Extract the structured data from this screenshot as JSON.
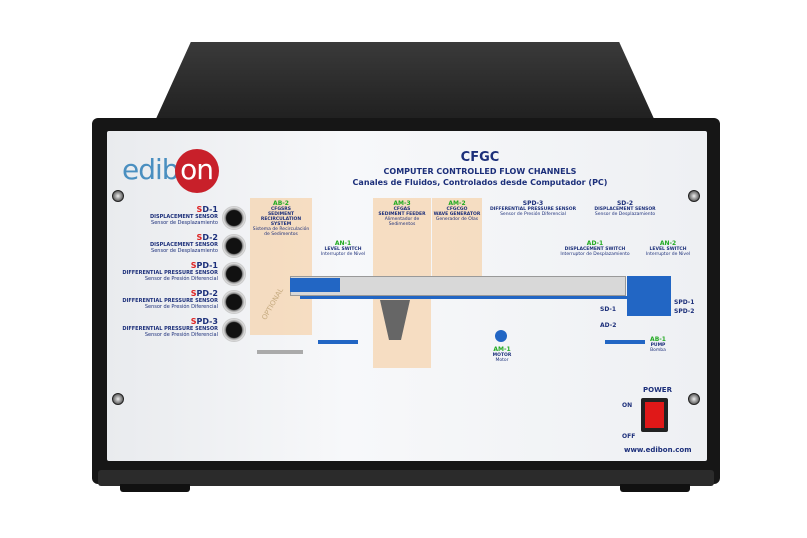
{
  "brand": {
    "logo": "edibon",
    "website": "www.edibon.com"
  },
  "title": {
    "code": "CFGC",
    "name_en": "COMPUTER CONTROLLED FLOW CHANNELS",
    "name_es": "Canales de Fluidos, Controlados desde Computador (PC)"
  },
  "sensors": [
    {
      "code_prefix": "S",
      "code": "D-1",
      "name_en": "DISPLACEMENT SENSOR",
      "name_es": "Sensor de Desplazamiento"
    },
    {
      "code_prefix": "S",
      "code": "D-2",
      "name_en": "DISPLACEMENT SENSOR",
      "name_es": "Sensor de Desplazamiento"
    },
    {
      "code_prefix": "S",
      "code": "PD-1",
      "name_en": "DIFFERENTIAL PRESSURE SENSOR",
      "name_es": "Sensor de Presión Diferencial"
    },
    {
      "code_prefix": "S",
      "code": "PD-2",
      "name_en": "DIFFERENTIAL PRESSURE SENSOR",
      "name_es": "Sensor de Presión Diferencial"
    },
    {
      "code_prefix": "S",
      "code": "PD-3",
      "name_en": "DIFFERENTIAL PRESSURE SENSOR",
      "name_es": "Sensor de Presión Diferencial"
    }
  ],
  "diagram": {
    "ab2": {
      "code": "AB-2",
      "model": "CFGSRS",
      "en": "SEDIMENT RECIRCULATION SYSTEM",
      "es": "Sistema de Recirculación de Sedimentos"
    },
    "an1": {
      "code": "AN-1",
      "en": "LEVEL SWITCH",
      "es": "Interruptor de Nivel"
    },
    "am3": {
      "code": "AM-3",
      "model": "CFGAS",
      "en": "SEDIMENT FEEDER",
      "es": "Alimentador de Sedimentos"
    },
    "am2": {
      "code": "AM-2",
      "model": "CFGCGO",
      "en": "WAVE GENERATOR",
      "es": "Generador de Olas"
    },
    "spd3": {
      "code": "SPD-3",
      "en": "DIFFERENTIAL PRESSURE SENSOR",
      "es": "Sensor de Presión Diferencial"
    },
    "sd2": {
      "code": "SD-2",
      "en": "DISPLACEMENT SENSOR",
      "es": "Sensor de Desplazamiento"
    },
    "ad1": {
      "code": "AD-1",
      "en": "DISPLACEMENT SWITCH",
      "es": "Interruptor de Desplazamiento"
    },
    "an2": {
      "code": "AN-2",
      "en": "LEVEL SWITCH",
      "es": "Interruptor de Nivel"
    },
    "sd1": "SD-1",
    "ad2": "AD-2",
    "spd1": "SPD-1",
    "spd2": "SPD-2",
    "ab1": {
      "code": "AB-1",
      "en": "PUMP",
      "es": "Bomba"
    },
    "am1": {
      "code": "AM-1",
      "en": "MOTOR",
      "es": "Motor"
    },
    "optional": "OPTIONAL"
  },
  "power": {
    "label": "POWER",
    "on": "ON",
    "off": "OFF"
  },
  "colors": {
    "brand_red": "#c8202a",
    "text_blue": "#1c2f7a",
    "switch_red": "#e01818",
    "frame_blue": "#2266c4"
  }
}
